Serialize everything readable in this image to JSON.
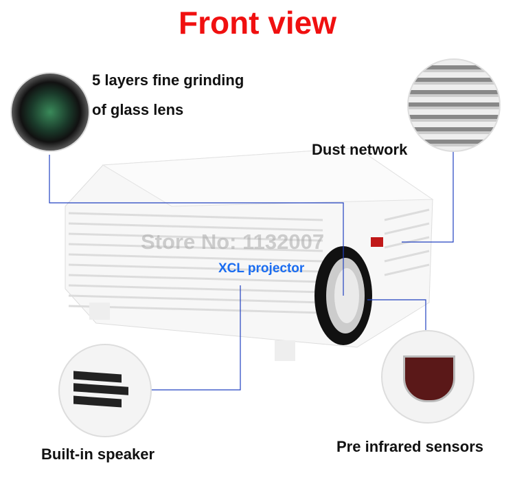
{
  "title": "Front view",
  "callouts": {
    "lens_line1": "5 layers fine grinding",
    "lens_line2": "of glass lens",
    "dust": "Dust network",
    "speaker": "Built-in speaker",
    "infrared": "Pre infrared sensors"
  },
  "watermark": "Store No: 1132007",
  "brand": "XCL projector",
  "colors": {
    "title": "#f01010",
    "lines": "#2040c0",
    "brand": "#1a6cf0"
  }
}
